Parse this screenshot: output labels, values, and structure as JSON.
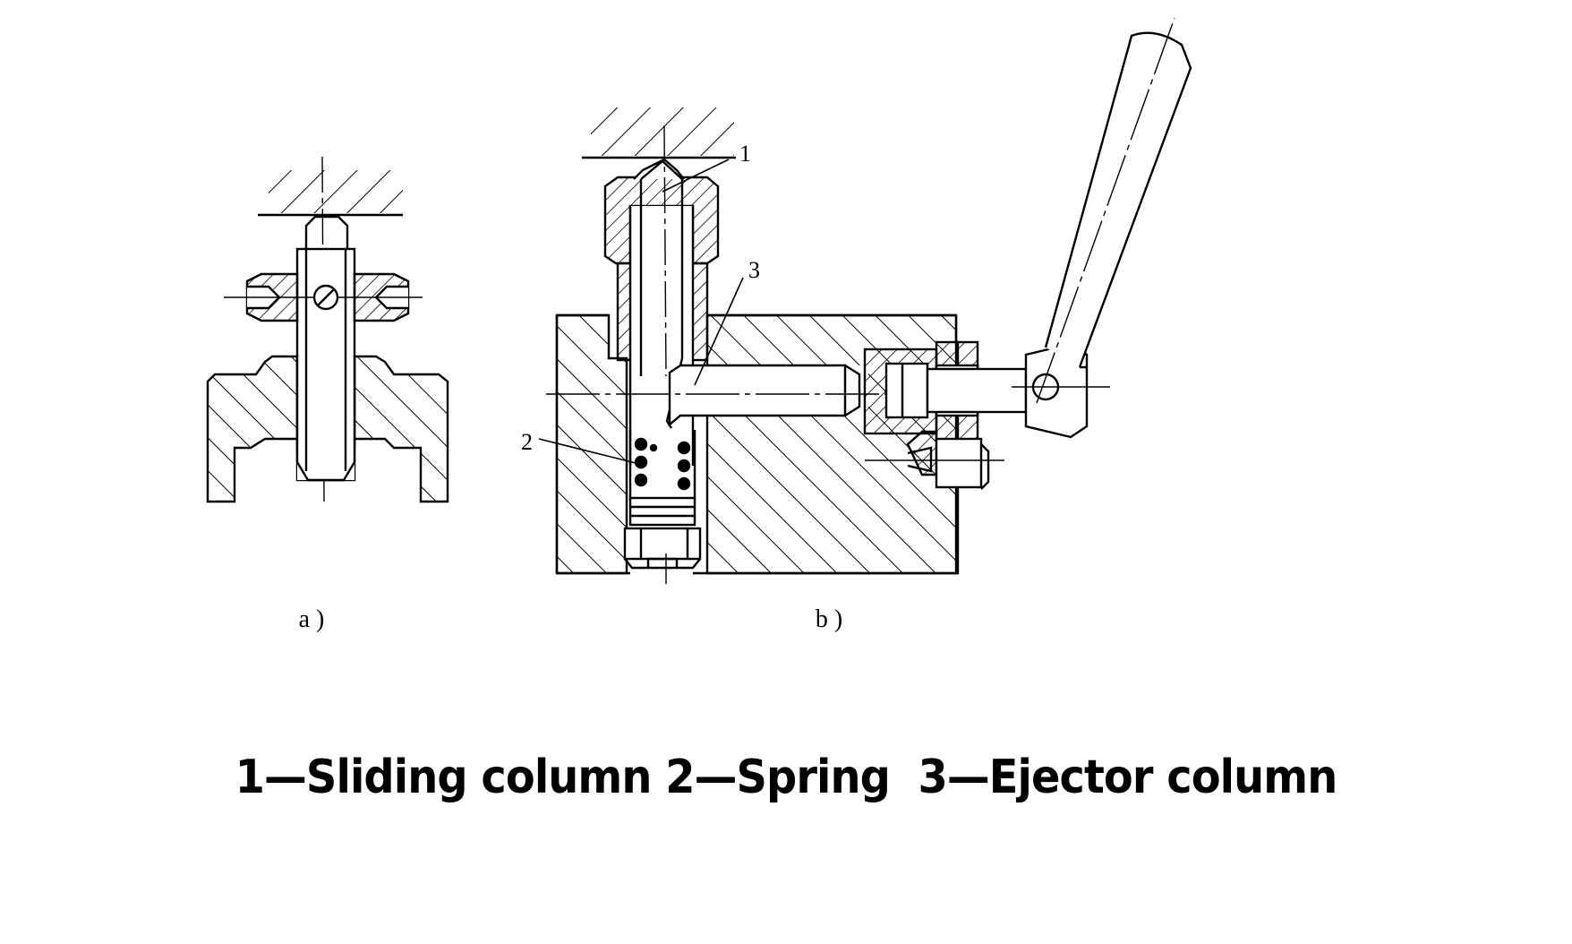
{
  "figure": {
    "panel_a_label": "a )",
    "panel_b_label": "b )",
    "callouts": {
      "one": "1",
      "two": "2",
      "three": "3"
    },
    "caption": "1—Sliding column 2—Spring  3—Ejector column"
  }
}
